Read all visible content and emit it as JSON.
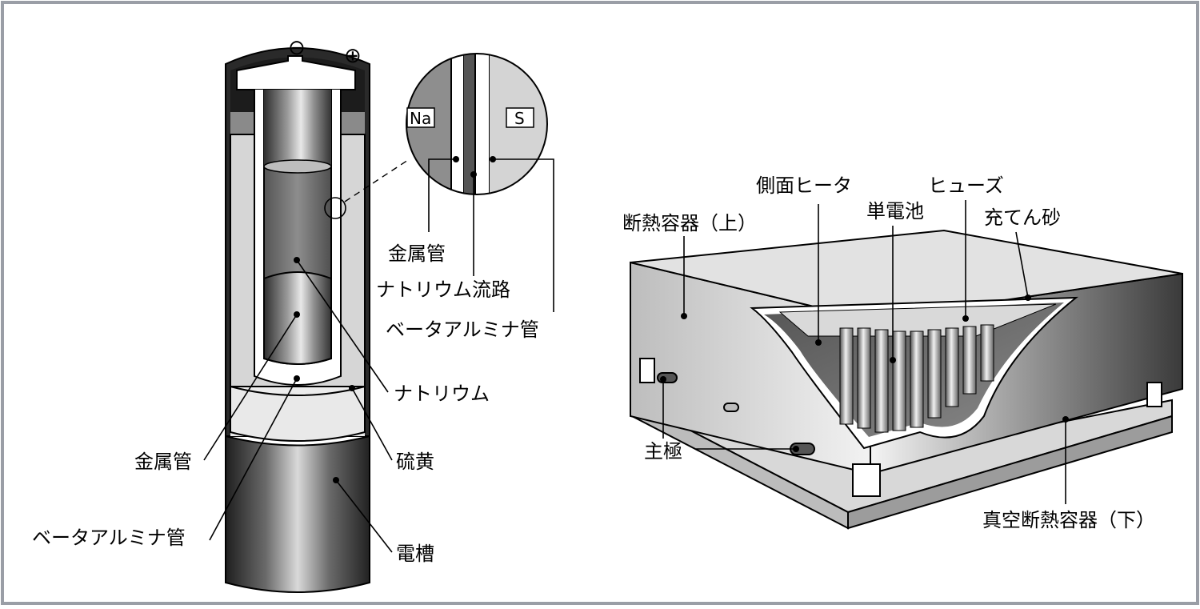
{
  "cell": {
    "terminal_neg": "⊖",
    "terminal_pos": "⊕",
    "inset_na": "Na",
    "inset_s": "S",
    "labels": {
      "metal_tube_inset": "金属管",
      "sodium_flow_path": "ナトリウム流路",
      "beta_alumina_inset": "ベータアルミナ管",
      "sodium": "ナトリウム",
      "metal_tube": "金属管",
      "sulfur": "硫黄",
      "beta_alumina": "ベータアルミナ管",
      "cell_case": "電槽"
    }
  },
  "module": {
    "labels": {
      "insulated_container_upper": "断熱容器（上）",
      "side_heater": "側面ヒータ",
      "fuse": "ヒューズ",
      "single_cell": "単電池",
      "filler_sand": "充てん砂",
      "main_terminal": "主極",
      "vacuum_insulated_container_lower": "真空断熱容器（下）"
    }
  },
  "colors": {
    "frame": "#9a9ea6",
    "dark": "#3c3c3c",
    "mid": "#8a8a8a",
    "light": "#d4d4d4",
    "pale": "#ececec"
  }
}
